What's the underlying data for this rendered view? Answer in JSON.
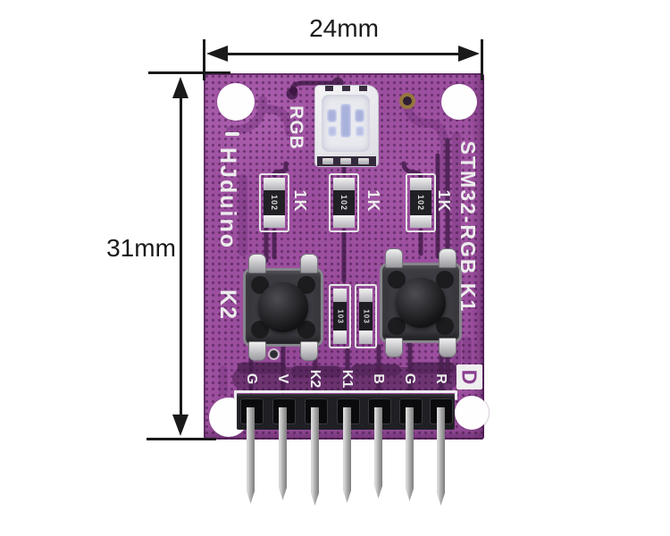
{
  "dimensions": {
    "width_label": "24mm",
    "height_label": "31mm"
  },
  "silkscreen": {
    "led_label": "RGB",
    "brand_label": "HJduino",
    "left_button_label": "K2",
    "model_label": "STM32-RGB K1",
    "corner_mark": "D",
    "resistor_labels": [
      "1K",
      "1K",
      "1K"
    ],
    "pin_labels": [
      "G",
      "V",
      "K2",
      "K1",
      "B",
      "G",
      "R"
    ]
  },
  "components": {
    "resistor_1k_markings": [
      "102",
      "102",
      "102"
    ],
    "resistor_10k_markings": [
      "103",
      "103"
    ],
    "pin_count": 7
  },
  "colors": {
    "board_purple": "#9c4f9f",
    "trace_dark": "#4f2356",
    "silkscreen_white": "#ececec",
    "dimension_black": "#1a1a1a",
    "led_die_blue": "#a9b2dc",
    "pin_metal": "#b9b9b9"
  }
}
